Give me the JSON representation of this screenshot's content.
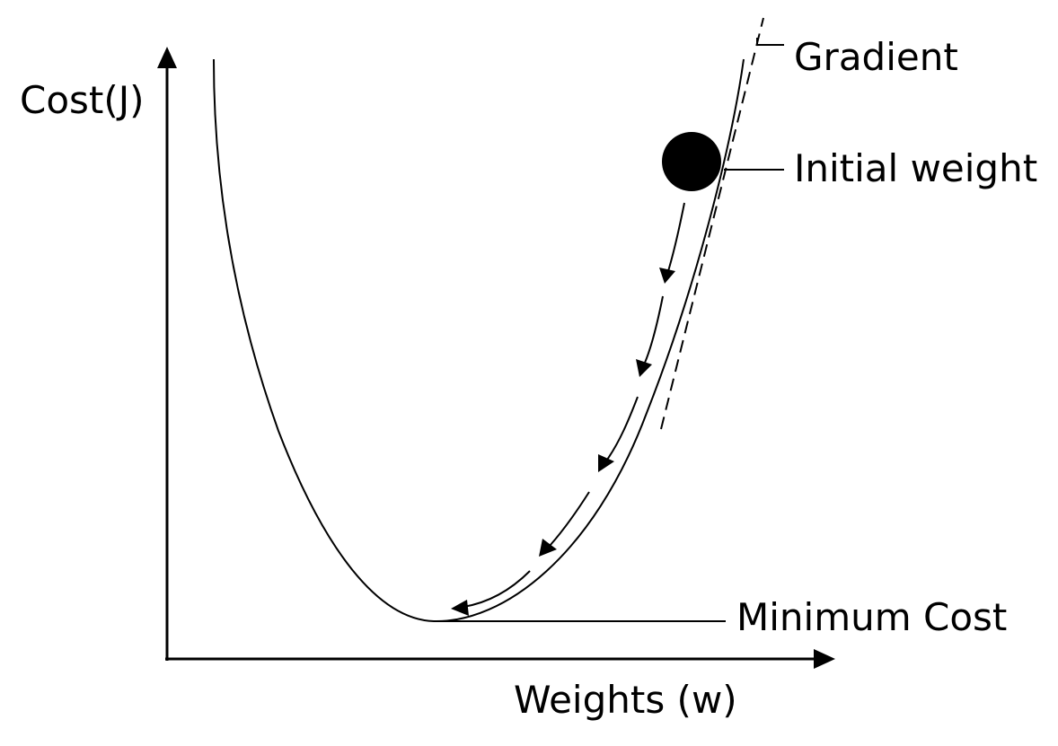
{
  "diagram": {
    "y_axis_label": "Cost(J)",
    "x_axis_label": "Weights (w)",
    "callouts": {
      "gradient": "Gradient",
      "initial_weight": "Initial weight",
      "minimum_cost": "Minimum Cost"
    }
  },
  "colors": {
    "ink": "#000000",
    "background": "#ffffff"
  }
}
